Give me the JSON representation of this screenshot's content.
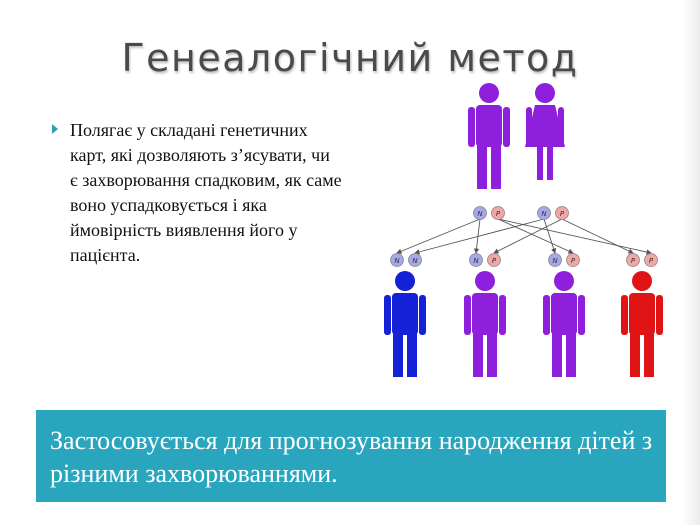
{
  "slide": {
    "title": "Генеалогічний метод",
    "bullet": "Полягає у складані генетичних карт, які дозволяють з’ясувати, чи є захворювання спадковим, як саме воно успадковується і яка ймовірність виявлення його у пацієнта.",
    "banner": "Застосовується для прогнозування народження дітей з різними захворюваннями.",
    "accent_color": "#2aa5be"
  },
  "diagram": {
    "parents": [
      {
        "gender": "male",
        "color": "#8e1fdc",
        "alleles": [
          "N",
          "P"
        ]
      },
      {
        "gender": "female",
        "color": "#8e1fdc",
        "alleles": [
          "N",
          "P"
        ]
      }
    ],
    "children": [
      {
        "color": "#1421d6",
        "alleles": [
          "N",
          "N"
        ]
      },
      {
        "color": "#8e1fdc",
        "alleles": [
          "N",
          "P"
        ]
      },
      {
        "color": "#8e1fdc",
        "alleles": [
          "N",
          "P"
        ]
      },
      {
        "color": "#e01414",
        "alleles": [
          "P",
          "P"
        ]
      }
    ],
    "allele_colors": {
      "N": "#a6a8e8",
      "P": "#f2a6a6"
    }
  }
}
